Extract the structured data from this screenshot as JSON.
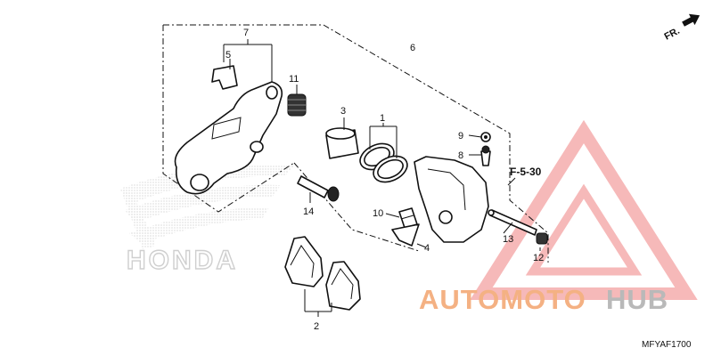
{
  "callouts": {
    "c1": "1",
    "c2": "2",
    "c3": "3",
    "c4": "4",
    "c5": "5",
    "c6": "6",
    "c7": "7",
    "c8": "8",
    "c9": "9",
    "c10": "10",
    "c11": "11",
    "c12": "12",
    "c13": "13",
    "c14": "14"
  },
  "reference": "F-5-30",
  "direction": "FR.",
  "diagram_code": "MFYAF1700",
  "brand_outline": "HONDA",
  "watermark": {
    "part1": "AUTOMOTO",
    "part2": "HUB",
    "color1": "#f4b183",
    "color2": "#b9b9b9",
    "triangle_color": "#f08080"
  },
  "icons": [
    "direction-arrow-icon",
    "honda-wing-logo",
    "watermark-triangle-logo"
  ]
}
